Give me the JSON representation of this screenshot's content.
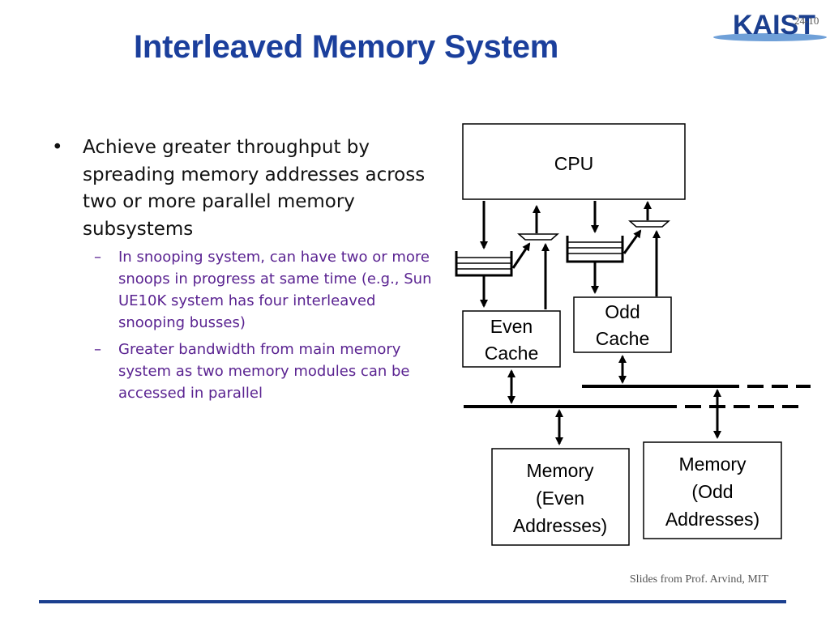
{
  "slide": {
    "title": "Interleaved Memory System",
    "logo_text": "KAIST",
    "number": "24-10",
    "footer": "Slides from Prof. Arvind, MIT"
  },
  "bullets": [
    {
      "text": "Achieve greater throughput by spreading memory addresses across two or more parallel memory subsystems",
      "sub": [
        "In snooping system, can have two or more snoops in progress at same time (e.g., Sun UE10K system has four interleaved snooping busses)",
        "Greater bandwidth from main memory system as two memory modules can be accessed in parallel"
      ]
    }
  ],
  "diagram": {
    "cpu": "CPU",
    "even_cache": [
      "Even",
      "Cache"
    ],
    "odd_cache": [
      "Odd",
      "Cache"
    ],
    "mem_even": [
      "Memory",
      "(Even",
      "Addresses)"
    ],
    "mem_odd": [
      "Memory",
      "(Odd",
      "Addresses)"
    ]
  },
  "colors": {
    "title": "#1b3f9c",
    "sub_bullet": "#5a2391",
    "footer_rule": "#1b3f8f"
  }
}
